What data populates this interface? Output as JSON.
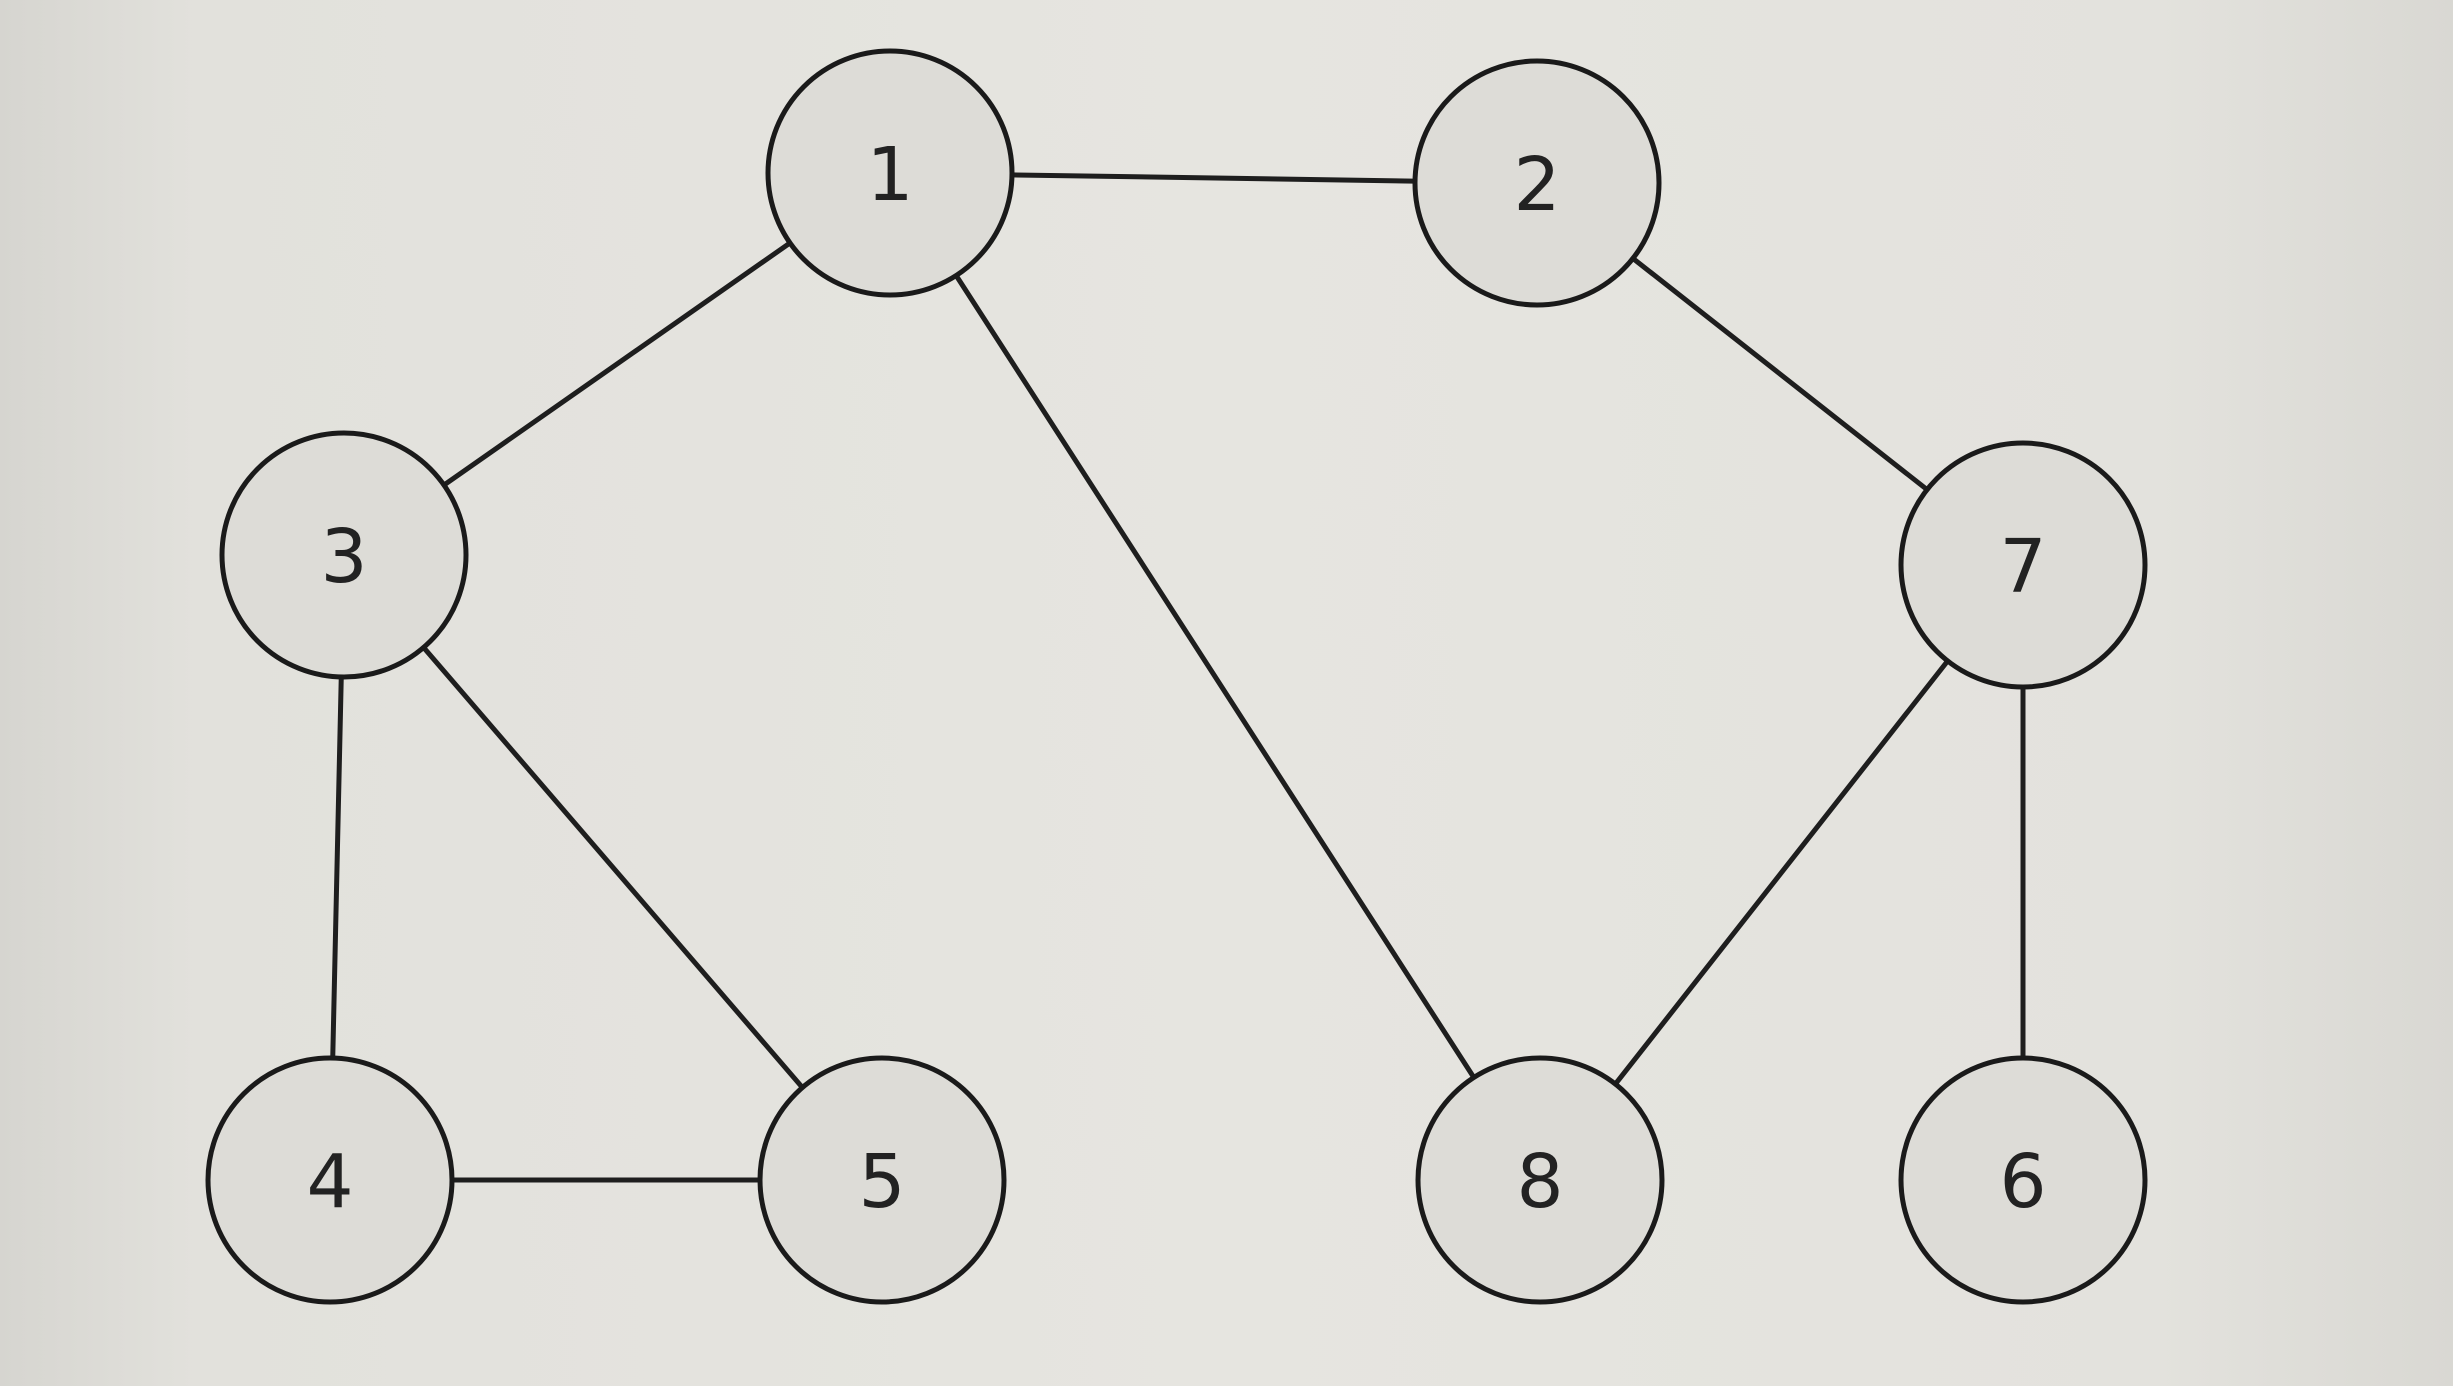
{
  "graph": {
    "nodes": [
      {
        "id": "1",
        "label": "1"
      },
      {
        "id": "2",
        "label": "2"
      },
      {
        "id": "3",
        "label": "3"
      },
      {
        "id": "4",
        "label": "4"
      },
      {
        "id": "5",
        "label": "5"
      },
      {
        "id": "6",
        "label": "6"
      },
      {
        "id": "7",
        "label": "7"
      },
      {
        "id": "8",
        "label": "8"
      }
    ],
    "edges": [
      {
        "from": "1",
        "to": "2"
      },
      {
        "from": "1",
        "to": "3"
      },
      {
        "from": "1",
        "to": "8"
      },
      {
        "from": "2",
        "to": "7"
      },
      {
        "from": "3",
        "to": "4"
      },
      {
        "from": "3",
        "to": "5"
      },
      {
        "from": "4",
        "to": "5"
      },
      {
        "from": "7",
        "to": "8"
      },
      {
        "from": "7",
        "to": "6"
      }
    ]
  },
  "colors": {
    "node_fill": "#dddcd7",
    "stroke": "#1a1a1a",
    "label": "#222222"
  }
}
